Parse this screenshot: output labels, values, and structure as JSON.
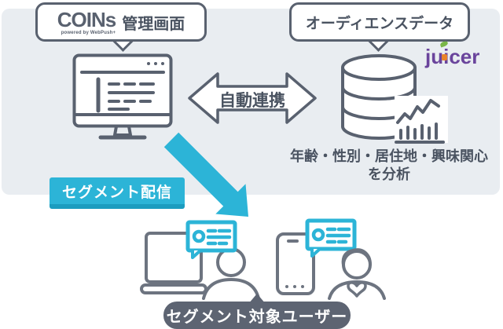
{
  "colors": {
    "panel_bg": "#e9edf1",
    "outline": "#59616f",
    "text_dark": "#4a5361",
    "teal": "#2cb4d7",
    "teal_dark": "#1b9cbf",
    "icon_gray": "#6d7480",
    "pill_bg": "#5d6472",
    "juicer_purple": "#6a449c"
  },
  "coins_bubble": {
    "logo": "COINs",
    "logo_sub": "powered by WebPush+",
    "label": "管理画面"
  },
  "audience_bubble": {
    "label": "オーディエンスデータ"
  },
  "juicer": {
    "text": "juicer"
  },
  "sync_arrow": {
    "label": "自動連携"
  },
  "analysis": {
    "line1": "年齢・性別・居住地・興味関心",
    "line2": "を分析"
  },
  "segment_badge": {
    "label": "セグメント配信"
  },
  "target_users": {
    "label": "セグメント対象ユーザー"
  }
}
